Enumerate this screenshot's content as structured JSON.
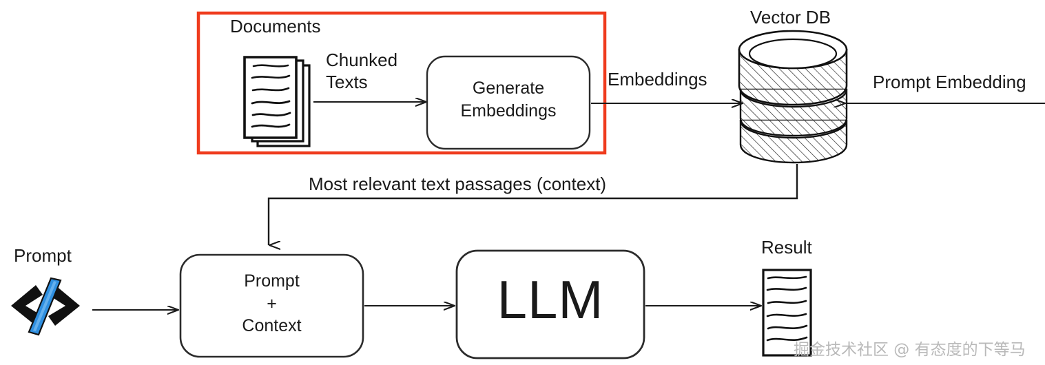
{
  "diagram": {
    "title_visible": false,
    "colors": {
      "highlight_border": "#ef3b1d",
      "stroke": "#1a1a1a",
      "code_slash_blue": "#2f8fe0",
      "hatch_fill": "#ffffff",
      "watermark": "#b9b9b9"
    },
    "labels": {
      "documents": "Documents",
      "chunked_texts_line1": "Chunked",
      "chunked_texts_line2": "Texts",
      "embeddings": "Embeddings",
      "vector_db": "Vector DB",
      "prompt_embedding": "Prompt Embedding",
      "context_edge": "Most relevant text passages (context)",
      "prompt": "Prompt",
      "result": "Result"
    },
    "nodes": [
      {
        "id": "generate-embeddings",
        "line1": "Generate",
        "line2": "Embeddings"
      },
      {
        "id": "prompt-context",
        "line1": "Prompt",
        "line2": "+",
        "line3": "Context"
      },
      {
        "id": "llm",
        "line1": "LLM"
      }
    ],
    "icons": [
      {
        "id": "documents-stack-icon",
        "name": "documents-stack-icon",
        "pages": 3,
        "text_lines": 6
      },
      {
        "id": "vector-db-icon",
        "name": "database-cylinder-icon",
        "sections": 3,
        "hatched": true
      },
      {
        "id": "code-icon",
        "name": "code-brackets-icon",
        "glyph": "</>"
      },
      {
        "id": "result-doc-icon",
        "name": "result-document-icon",
        "text_lines": 6
      }
    ],
    "edges": [
      {
        "from": "documents-stack-icon",
        "to": "generate-embeddings",
        "label": "Chunked Texts",
        "arrow": true
      },
      {
        "from": "generate-embeddings",
        "to": "vector-db-icon",
        "label": "Embeddings",
        "arrow": true
      },
      {
        "from": "prompt-embedding-source",
        "to": "vector-db-icon",
        "label": "Prompt Embedding",
        "arrow": true
      },
      {
        "from": "vector-db-icon",
        "to": "prompt-context",
        "label": "Most relevant text passages (context)",
        "arrow": true
      },
      {
        "from": "code-icon",
        "to": "prompt-context",
        "label": "",
        "arrow": true
      },
      {
        "from": "prompt-context",
        "to": "llm",
        "label": "",
        "arrow": true
      },
      {
        "from": "llm",
        "to": "result-doc-icon",
        "label": "",
        "arrow": true
      }
    ],
    "highlight_region": {
      "name": "indexing-phase-highlight",
      "contains": [
        "documents-stack-icon",
        "generate-embeddings"
      ]
    },
    "watermark": "掘金技术社区 @ 有态度的下等马"
  }
}
